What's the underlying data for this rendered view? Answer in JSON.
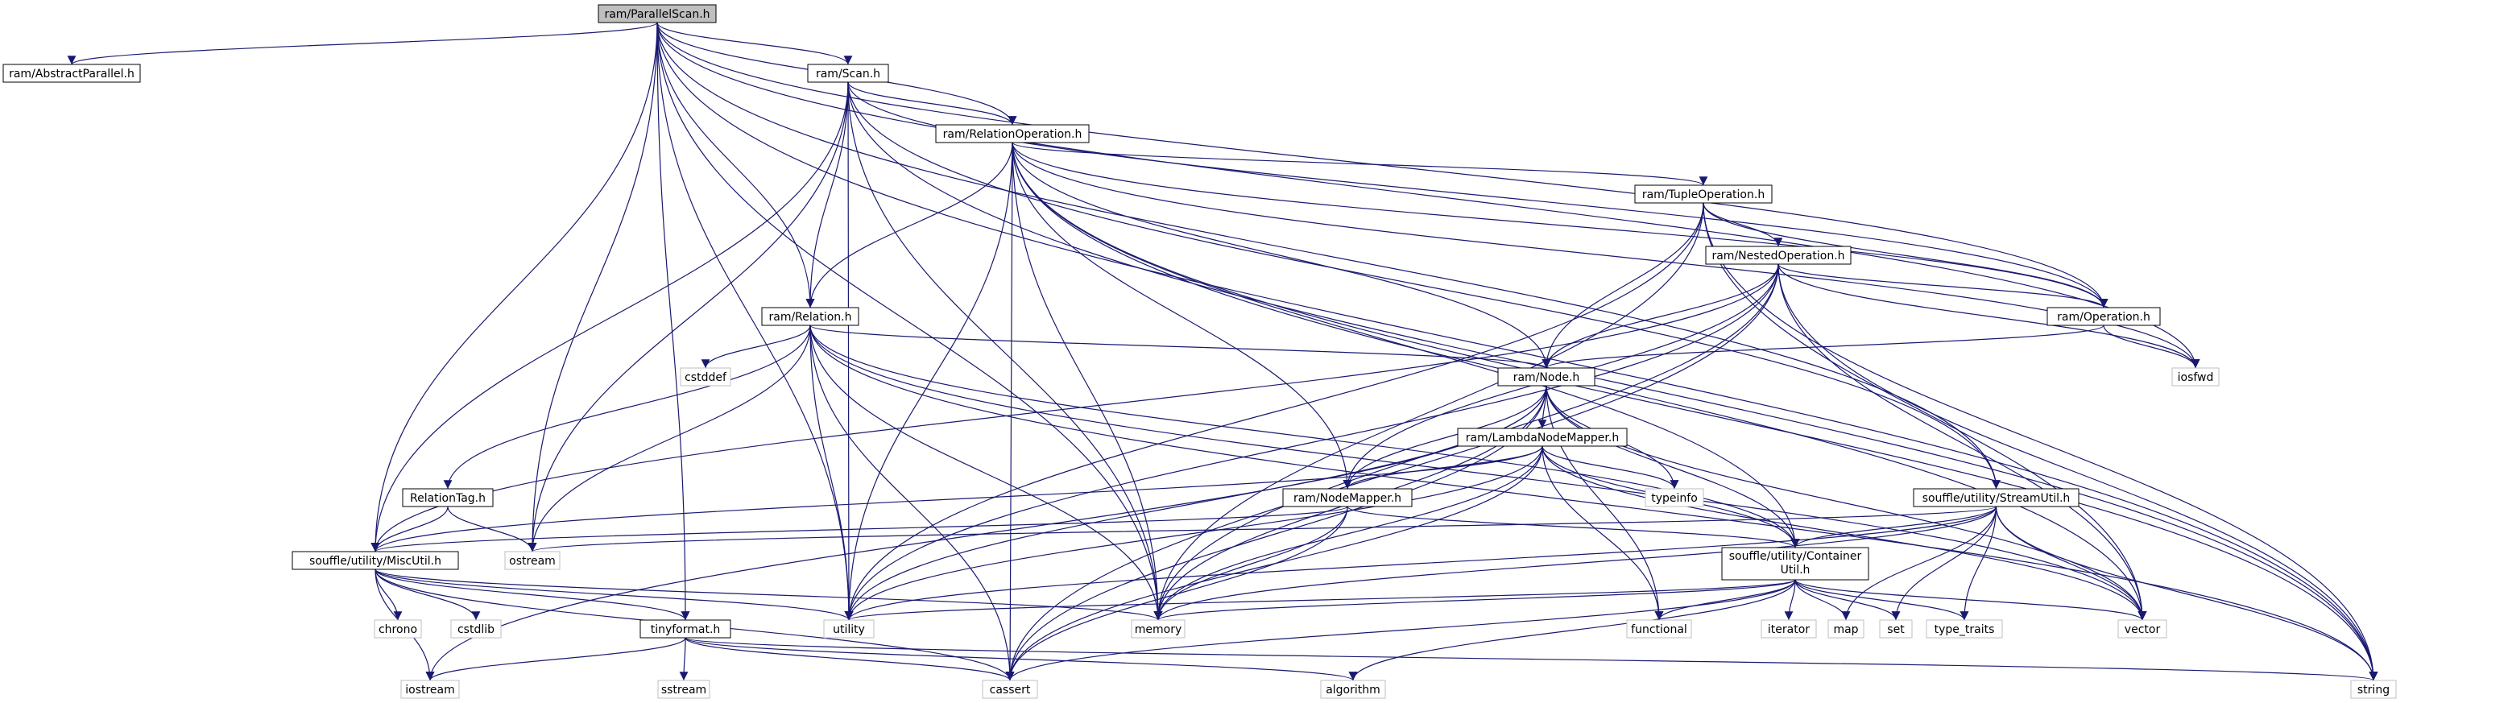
{
  "colors": {
    "edge": "#191970",
    "root_fill": "#bfbfbf",
    "node_border": "#000000",
    "external_border": "#bfbfbf",
    "background": "#ffffff"
  },
  "nodes": {
    "parallelscan": {
      "label": "ram/ParallelScan.h",
      "kind": "root"
    },
    "abstractparallel": {
      "label": "ram/AbstractParallel.h",
      "kind": "internal"
    },
    "scan": {
      "label": "ram/Scan.h",
      "kind": "internal"
    },
    "relationoperation": {
      "label": "ram/RelationOperation.h",
      "kind": "internal"
    },
    "tupleoperation": {
      "label": "ram/TupleOperation.h",
      "kind": "internal"
    },
    "nestedoperation": {
      "label": "ram/NestedOperation.h",
      "kind": "internal"
    },
    "relation": {
      "label": "ram/Relation.h",
      "kind": "internal"
    },
    "operation": {
      "label": "ram/Operation.h",
      "kind": "internal"
    },
    "node": {
      "label": "ram/Node.h",
      "kind": "internal"
    },
    "lambdanodemapper": {
      "label": "ram/LambdaNodeMapper.h",
      "kind": "internal"
    },
    "nodemapper": {
      "label": "ram/NodeMapper.h",
      "kind": "internal"
    },
    "relationtag": {
      "label": "RelationTag.h",
      "kind": "internal"
    },
    "miscutil": {
      "label": "souffle/utility/MiscUtil.h",
      "kind": "internal"
    },
    "streamutil": {
      "label": "souffle/utility/StreamUtil.h",
      "kind": "internal"
    },
    "containerutil": {
      "label": "souffle/utility/Container",
      "label2": "Util.h",
      "kind": "internal"
    },
    "tinyformat": {
      "label": "tinyformat.h",
      "kind": "internal"
    },
    "iosfwd": {
      "label": "iosfwd",
      "kind": "external"
    },
    "cstddef": {
      "label": "cstddef",
      "kind": "external"
    },
    "typeinfo": {
      "label": "typeinfo",
      "kind": "external"
    },
    "ostream": {
      "label": "ostream",
      "kind": "external"
    },
    "chrono": {
      "label": "chrono",
      "kind": "external"
    },
    "cstdlib": {
      "label": "cstdlib",
      "kind": "external"
    },
    "utility": {
      "label": "utility",
      "kind": "external"
    },
    "memory": {
      "label": "memory",
      "kind": "external"
    },
    "functional": {
      "label": "functional",
      "kind": "external"
    },
    "iterator": {
      "label": "iterator",
      "kind": "external"
    },
    "map": {
      "label": "map",
      "kind": "external"
    },
    "set": {
      "label": "set",
      "kind": "external"
    },
    "type_traits": {
      "label": "type_traits",
      "kind": "external"
    },
    "vector": {
      "label": "vector",
      "kind": "external"
    },
    "string": {
      "label": "string",
      "kind": "external"
    },
    "iostream": {
      "label": "iostream",
      "kind": "external"
    },
    "sstream": {
      "label": "sstream",
      "kind": "external"
    },
    "cassert": {
      "label": "cassert",
      "kind": "external"
    },
    "algorithm": {
      "label": "algorithm",
      "kind": "external"
    }
  },
  "edges": [
    [
      "parallelscan",
      "abstractparallel"
    ],
    [
      "parallelscan",
      "scan"
    ],
    [
      "parallelscan",
      "relationoperation"
    ],
    [
      "parallelscan",
      "relation"
    ],
    [
      "parallelscan",
      "operation"
    ],
    [
      "parallelscan",
      "iosfwd"
    ],
    [
      "parallelscan",
      "string"
    ],
    [
      "parallelscan",
      "miscutil"
    ],
    [
      "parallelscan",
      "streamutil"
    ],
    [
      "parallelscan",
      "ostream"
    ],
    [
      "parallelscan",
      "utility"
    ],
    [
      "parallelscan",
      "memory"
    ],
    [
      "parallelscan",
      "tinyformat"
    ],
    [
      "scan",
      "relationoperation"
    ],
    [
      "scan",
      "relation"
    ],
    [
      "scan",
      "operation"
    ],
    [
      "scan",
      "miscutil"
    ],
    [
      "scan",
      "streamutil"
    ],
    [
      "scan",
      "ostream"
    ],
    [
      "scan",
      "utility"
    ],
    [
      "scan",
      "memory"
    ],
    [
      "scan",
      "string"
    ],
    [
      "relationoperation",
      "tupleoperation"
    ],
    [
      "relationoperation",
      "relation"
    ],
    [
      "relationoperation",
      "node"
    ],
    [
      "relationoperation",
      "nodemapper"
    ],
    [
      "relationoperation",
      "operation"
    ],
    [
      "relationoperation",
      "containerutil"
    ],
    [
      "relationoperation",
      "utility"
    ],
    [
      "relationoperation",
      "memory"
    ],
    [
      "relationoperation",
      "cassert"
    ],
    [
      "relationoperation",
      "iosfwd"
    ],
    [
      "relationoperation",
      "string"
    ],
    [
      "relationoperation",
      "vector"
    ],
    [
      "tupleoperation",
      "nestedoperation"
    ],
    [
      "tupleoperation",
      "operation"
    ],
    [
      "tupleoperation",
      "node"
    ],
    [
      "tupleoperation",
      "utility"
    ],
    [
      "tupleoperation",
      "memory"
    ],
    [
      "tupleoperation",
      "string"
    ],
    [
      "tupleoperation",
      "vector"
    ],
    [
      "nestedoperation",
      "operation"
    ],
    [
      "nestedoperation",
      "node"
    ],
    [
      "nestedoperation",
      "nodemapper"
    ],
    [
      "nestedoperation",
      "miscutil"
    ],
    [
      "nestedoperation",
      "utility"
    ],
    [
      "nestedoperation",
      "memory"
    ],
    [
      "nestedoperation",
      "cassert"
    ],
    [
      "nestedoperation",
      "vector"
    ],
    [
      "nestedoperation",
      "string"
    ],
    [
      "nestedoperation",
      "iosfwd"
    ],
    [
      "relation",
      "node"
    ],
    [
      "relation",
      "relationtag"
    ],
    [
      "relation",
      "containerutil"
    ],
    [
      "relation",
      "cstddef"
    ],
    [
      "relation",
      "ostream"
    ],
    [
      "relation",
      "utility"
    ],
    [
      "relation",
      "memory"
    ],
    [
      "relation",
      "cassert"
    ],
    [
      "relation",
      "string"
    ],
    [
      "relation",
      "vector"
    ],
    [
      "operation",
      "node"
    ],
    [
      "operation",
      "iosfwd"
    ],
    [
      "node",
      "lambdanodemapper"
    ],
    [
      "node",
      "nodemapper"
    ],
    [
      "node",
      "typeinfo"
    ],
    [
      "node",
      "functional"
    ],
    [
      "node",
      "utility"
    ],
    [
      "node",
      "memory"
    ],
    [
      "node",
      "cassert"
    ],
    [
      "node",
      "iostream"
    ],
    [
      "node",
      "vector"
    ],
    [
      "node",
      "containerutil"
    ],
    [
      "lambdanodemapper",
      "nodemapper"
    ],
    [
      "lambdanodemapper",
      "containerutil"
    ],
    [
      "lambdanodemapper",
      "typeinfo"
    ],
    [
      "lambdanodemapper",
      "functional"
    ],
    [
      "lambdanodemapper",
      "memory"
    ],
    [
      "lambdanodemapper",
      "utility"
    ],
    [
      "lambdanodemapper",
      "cassert"
    ],
    [
      "lambdanodemapper",
      "miscutil"
    ],
    [
      "lambdanodemapper",
      "vector"
    ],
    [
      "nodemapper",
      "containerutil"
    ],
    [
      "nodemapper",
      "miscutil"
    ],
    [
      "nodemapper",
      "memory"
    ],
    [
      "nodemapper",
      "cassert"
    ],
    [
      "relationtag",
      "miscutil"
    ],
    [
      "relationtag",
      "ostream"
    ],
    [
      "miscutil",
      "tinyformat"
    ],
    [
      "miscutil",
      "chrono"
    ],
    [
      "miscutil",
      "cstdlib"
    ],
    [
      "miscutil",
      "iostream"
    ],
    [
      "miscutil",
      "utility"
    ],
    [
      "miscutil",
      "memory"
    ],
    [
      "miscutil",
      "cassert"
    ],
    [
      "streamutil",
      "containerutil"
    ],
    [
      "streamutil",
      "ostream"
    ],
    [
      "streamutil",
      "map"
    ],
    [
      "streamutil",
      "set"
    ],
    [
      "streamutil",
      "type_traits"
    ],
    [
      "streamutil",
      "vector"
    ],
    [
      "streamutil",
      "string"
    ],
    [
      "streamutil",
      "utility"
    ],
    [
      "streamutil",
      "memory"
    ],
    [
      "containerutil",
      "functional"
    ],
    [
      "containerutil",
      "iterator"
    ],
    [
      "containerutil",
      "map"
    ],
    [
      "containerutil",
      "set"
    ],
    [
      "containerutil",
      "type_traits"
    ],
    [
      "containerutil",
      "vector"
    ],
    [
      "containerutil",
      "utility"
    ],
    [
      "containerutil",
      "memory"
    ],
    [
      "containerutil",
      "algorithm"
    ],
    [
      "containerutil",
      "cassert"
    ],
    [
      "tinyformat",
      "iostream"
    ],
    [
      "tinyformat",
      "sstream"
    ],
    [
      "tinyformat",
      "cassert"
    ],
    [
      "tinyformat",
      "algorithm"
    ],
    [
      "tinyformat",
      "string"
    ]
  ]
}
